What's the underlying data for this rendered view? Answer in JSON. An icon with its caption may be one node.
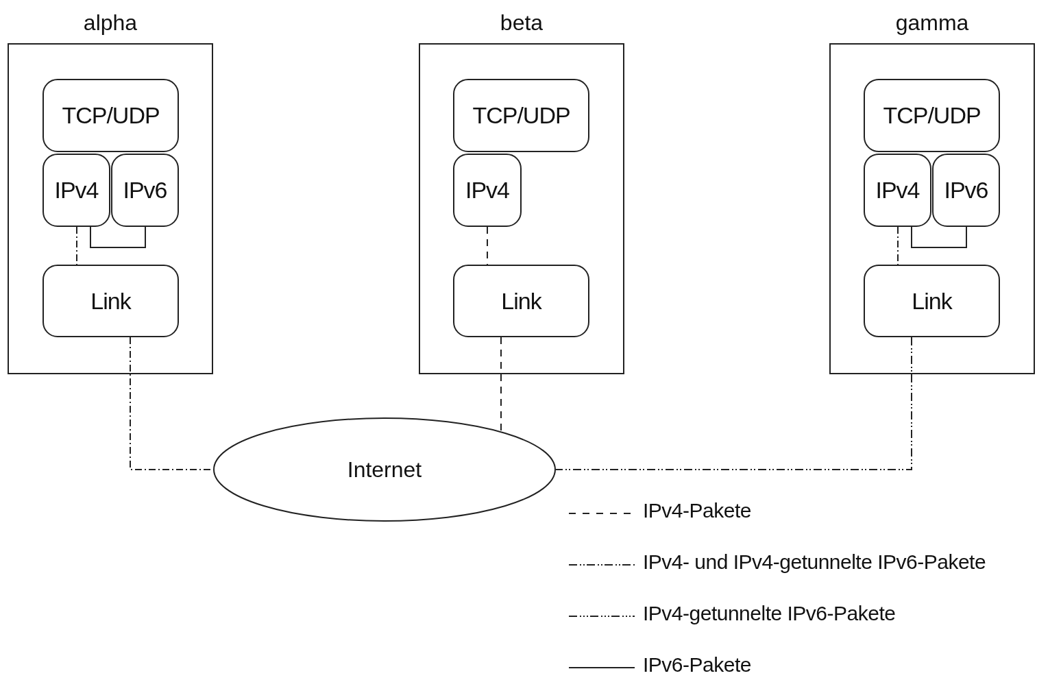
{
  "diagram": {
    "nodes": [
      {
        "text": [
          "alpha"
        ]
      },
      {
        "text": [
          "TCP/UDP"
        ],
        "in": 0
      },
      {
        "text": [
          "IPv4"
        ],
        "in": 0
      },
      {
        "text": [
          "IPv6"
        ],
        "in": 0
      },
      {
        "text": [
          "Link"
        ],
        "in": 0
      },
      {
        "text": [
          "beta"
        ]
      },
      {
        "text": [
          "TCP/UDP"
        ],
        "in": 5
      },
      {
        "text": [
          "IPv4"
        ],
        "in": 5
      },
      {
        "text": [
          "Link"
        ],
        "in": 5
      },
      {
        "text": [
          "gamma"
        ]
      },
      {
        "text": [
          "TCP/UDP"
        ],
        "in": 9
      },
      {
        "text": [
          "IPv4"
        ],
        "in": 9
      },
      {
        "text": [
          "IPv6"
        ],
        "in": 9
      },
      {
        "text": [
          "Link"
        ],
        "in": 9
      },
      {
        "text": [
          "Internet"
        ]
      }
    ],
    "edges": [
      {
        "from": 2,
        "to": 4,
        "arrow": "none",
        "style": "dashed"
      },
      {
        "from": 3,
        "to": 2,
        "arrow": "none"
      },
      {
        "from": 4,
        "to": 14,
        "arrow": "none",
        "style": "dashed"
      },
      {
        "from": 7,
        "to": 8,
        "arrow": "none",
        "style": "dashed"
      },
      {
        "from": 8,
        "to": 14,
        "arrow": "none",
        "style": "dashed"
      },
      {
        "from": 11,
        "to": 13,
        "arrow": "none",
        "style": "dashed"
      },
      {
        "from": 12,
        "to": 11,
        "arrow": "none"
      },
      {
        "from": 13,
        "to": 14,
        "arrow": "none",
        "style": "dashed"
      }
    ],
    "legend": [
      {
        "text": "IPv4-Pakete"
      },
      {
        "text": "IPv4- und IPv4-getunnelte IPv6-Pakete"
      },
      {
        "text": "IPv4-getunnelte IPv6-Pakete"
      },
      {
        "text": "IPv6-Pakete"
      }
    ]
  }
}
